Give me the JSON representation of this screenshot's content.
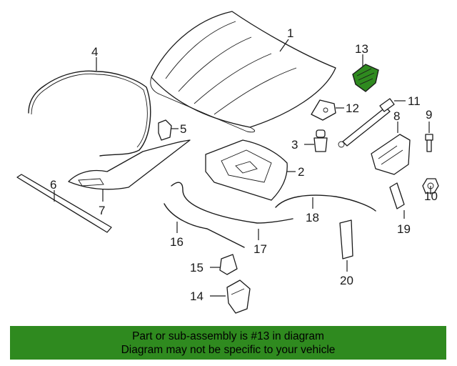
{
  "diagram": {
    "highlighted_part": "13",
    "highlight_color": "#2f8a1f",
    "callouts": {
      "p1": "1",
      "p2": "2",
      "p3": "3",
      "p4": "4",
      "p5": "5",
      "p6": "6",
      "p7": "7",
      "p8": "8",
      "p9": "9",
      "p10": "10",
      "p11": "11",
      "p12": "12",
      "p13": "13",
      "p14": "14",
      "p15": "15",
      "p16": "16",
      "p17": "17",
      "p18": "18",
      "p19": "19",
      "p20": "20"
    }
  },
  "banner": {
    "line1": "Part or sub-assembly is #13 in diagram",
    "line2": "Diagram may not be specific to your vehicle",
    "background": "#2f8a1f"
  }
}
